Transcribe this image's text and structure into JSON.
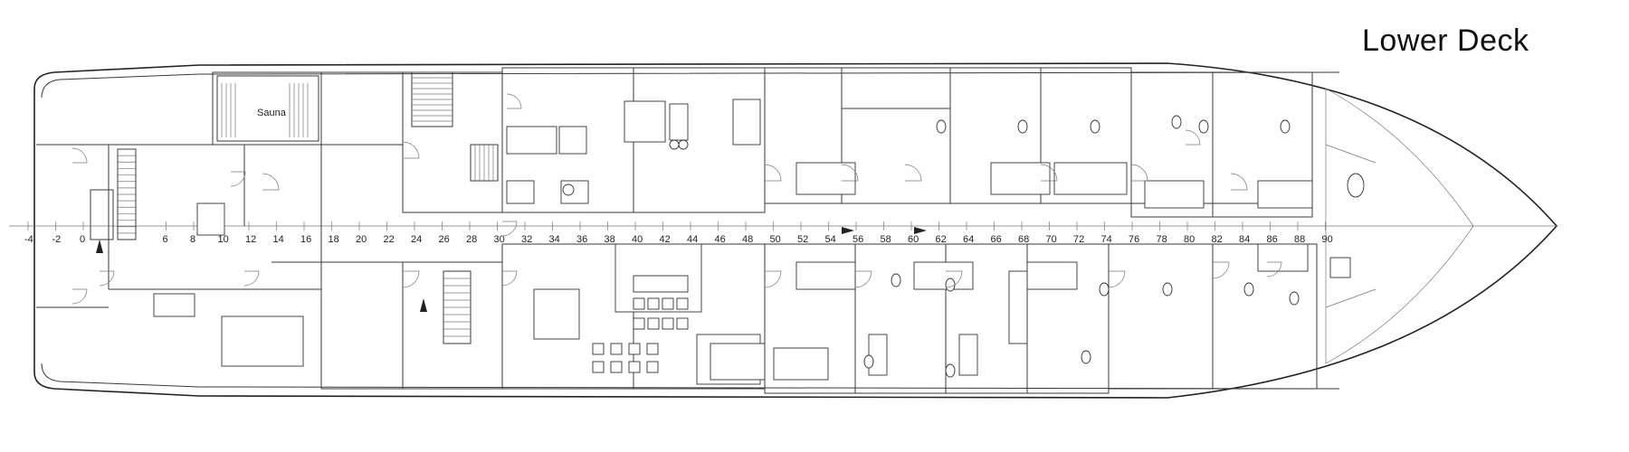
{
  "title": "Lower Deck",
  "room_labels": {
    "sauna": "Sauna"
  },
  "frame_labels": [
    "-4",
    "-2",
    "0",
    "6",
    "8",
    "10",
    "12",
    "14",
    "16",
    "18",
    "20",
    "22",
    "24",
    "26",
    "28",
    "30",
    "32",
    "34",
    "36",
    "38",
    "40",
    "42",
    "44",
    "46",
    "48",
    "50",
    "52",
    "54",
    "56",
    "58",
    "60",
    "62",
    "64",
    "66",
    "68",
    "70",
    "72",
    "74",
    "76",
    "78",
    "80",
    "82",
    "84",
    "86",
    "88",
    "90"
  ],
  "colors": {
    "line": "#3a3a3a",
    "background": "#ffffff"
  }
}
